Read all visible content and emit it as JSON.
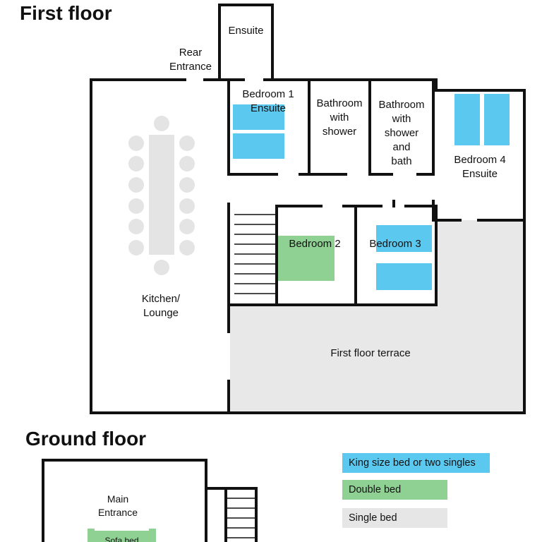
{
  "floors": {
    "first": {
      "title": "First floor",
      "rooms": {
        "ensuite_top": "Ensuite",
        "rear_entrance": "Rear\nEntrance",
        "bedroom1": "Bedroom 1\nEnsuite",
        "bathroom_shower": "Bathroom\nwith\nshower",
        "bathroom_shower_bath": "Bathroom\nwith\nshower\nand\nbath",
        "bedroom4": "Bedroom 4\nEnsuite",
        "bedroom2": "Bedroom 2",
        "bedroom3": "Bedroom 3",
        "kitchen": "Kitchen/\nLounge",
        "terrace": "First floor terrace"
      }
    },
    "ground": {
      "title": "Ground floor",
      "rooms": {
        "main_entrance": "Main\nEntrance",
        "sofa_bed": "Sofa bed"
      }
    }
  },
  "legend": [
    {
      "label": "King size bed or two singles",
      "color": "#5bc8ef"
    },
    {
      "label": "Double bed",
      "color": "#8fd093"
    },
    {
      "label": "Single bed",
      "color": "#e6e6e6"
    }
  ],
  "colors": {
    "wall": "#111111",
    "king": "#5bc8ef",
    "double": "#8fd093",
    "single": "#e6e6e6",
    "furniture": "#e4e4e4",
    "terrace": "#e8e8e8"
  }
}
